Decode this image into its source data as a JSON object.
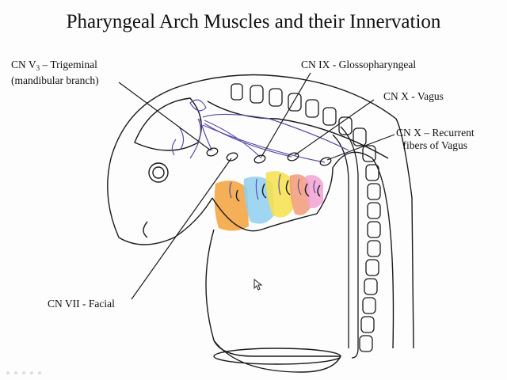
{
  "title": "Pharyngeal Arch Muscles and their Innervation",
  "labels": {
    "cn_v3_prefix": "CN V",
    "cn_v3_sub": "3",
    "cn_v3_suffix": " – Trigeminal",
    "cn_v3_line2": "(mandibular branch)",
    "cn_ix": "CN IX - Glossopharyngeal",
    "cn_x": "CN X - Vagus",
    "cn_x_rec_line1": "CN X – Recurrent",
    "cn_x_rec_line2": "fibers of Vagus",
    "cn_vii": "CN VII - Facial"
  },
  "colors": {
    "ink": "#1a1a1a",
    "nerve": "#5b4fa8",
    "arch_1": "#f2a13a",
    "arch_2": "#8fcff0",
    "arch_3": "#f6e04a",
    "arch_4": "#f39a78",
    "arch_6": "#f3a2d2"
  },
  "icons": [
    "mouse-cursor-icon",
    "playback-dots-icon"
  ]
}
